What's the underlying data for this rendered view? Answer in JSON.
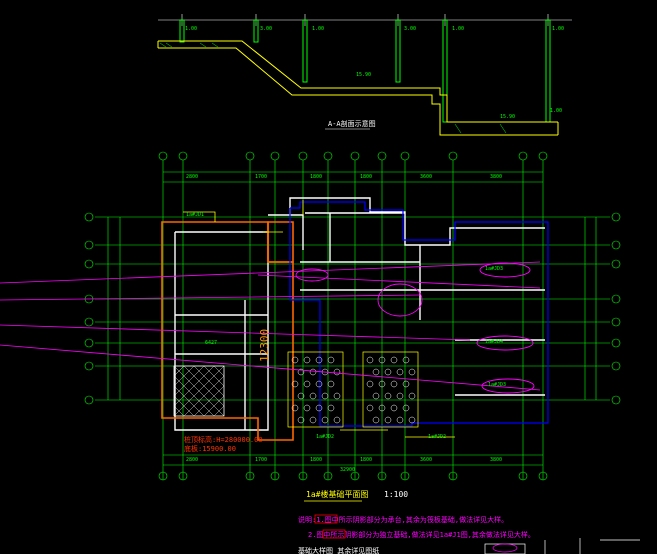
{
  "drawing": {
    "section_title": "A-A剖面示意图",
    "plan_title": "1a#楼基础平面图",
    "plan_scale": "1:100",
    "elevation_lines": [
      "桩顶标高:H=280000.00",
      "底板:15900.00"
    ],
    "vertical_label": "12300",
    "notes": [
      "说明:1.图中所示阴影部分为承台,其余为筏板基础,做法详见大样。",
      "2.图中所示阴影部分为独立基础,做法详见1a#J1图,其余做法详见大样。"
    ],
    "footer_text": "基础大样图 其余详见图纸",
    "colors": {
      "grid": "#00ff00",
      "wall": "#ffffff",
      "orange": "#ff6600",
      "blue": "#0000ff",
      "magenta": "#ff00ff",
      "yellow": "#ffff00",
      "red": "#ff0000"
    }
  }
}
